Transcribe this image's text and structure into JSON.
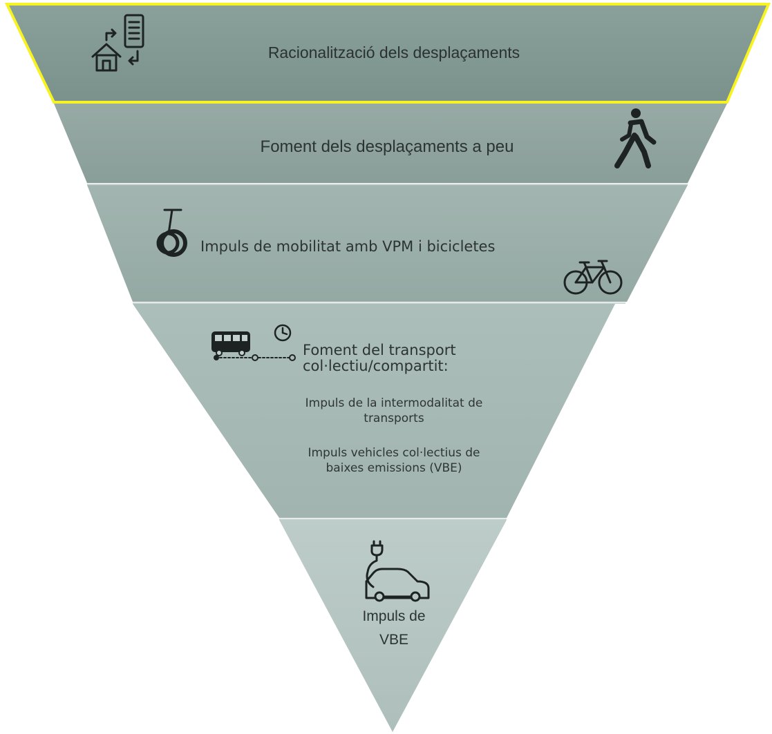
{
  "diagram": {
    "levels": [
      {
        "id": "level-1",
        "title": "Racionalització dels desplaçaments",
        "icon": "home-office-commute-icon",
        "highlighted": true
      },
      {
        "id": "level-2",
        "title": "Foment dels desplaçaments a peu",
        "icon": "walking-person-icon"
      },
      {
        "id": "level-3",
        "title": "Impuls de mobilitat amb VPM i bicicletes",
        "icons": [
          "unicycle-icon",
          "bicycle-icon"
        ]
      },
      {
        "id": "level-4",
        "title_line1": "Foment del transport",
        "title_line2": "col·lectiu/compartit:",
        "items": [
          {
            "line1": "Impuls de la intermodalitat de",
            "line2": "transports"
          },
          {
            "line1": "Impuls vehicles col·lectius de",
            "line2": "baixes emissions (VBE)"
          }
        ],
        "icons": [
          "bus-route-icon",
          "clock-icon"
        ]
      },
      {
        "id": "level-5",
        "title_line1": "Impuls de",
        "title_line2": "VBE",
        "icon": "electric-car-icon"
      }
    ],
    "colors": {
      "band_top": "#7f9690",
      "band_2": "#8fa39e",
      "band_3": "#9aaea9",
      "band_4": "#a9bbb7",
      "band_5": "#b8c8c4",
      "highlight": "#f7f322",
      "icon": "#1d2323"
    }
  }
}
